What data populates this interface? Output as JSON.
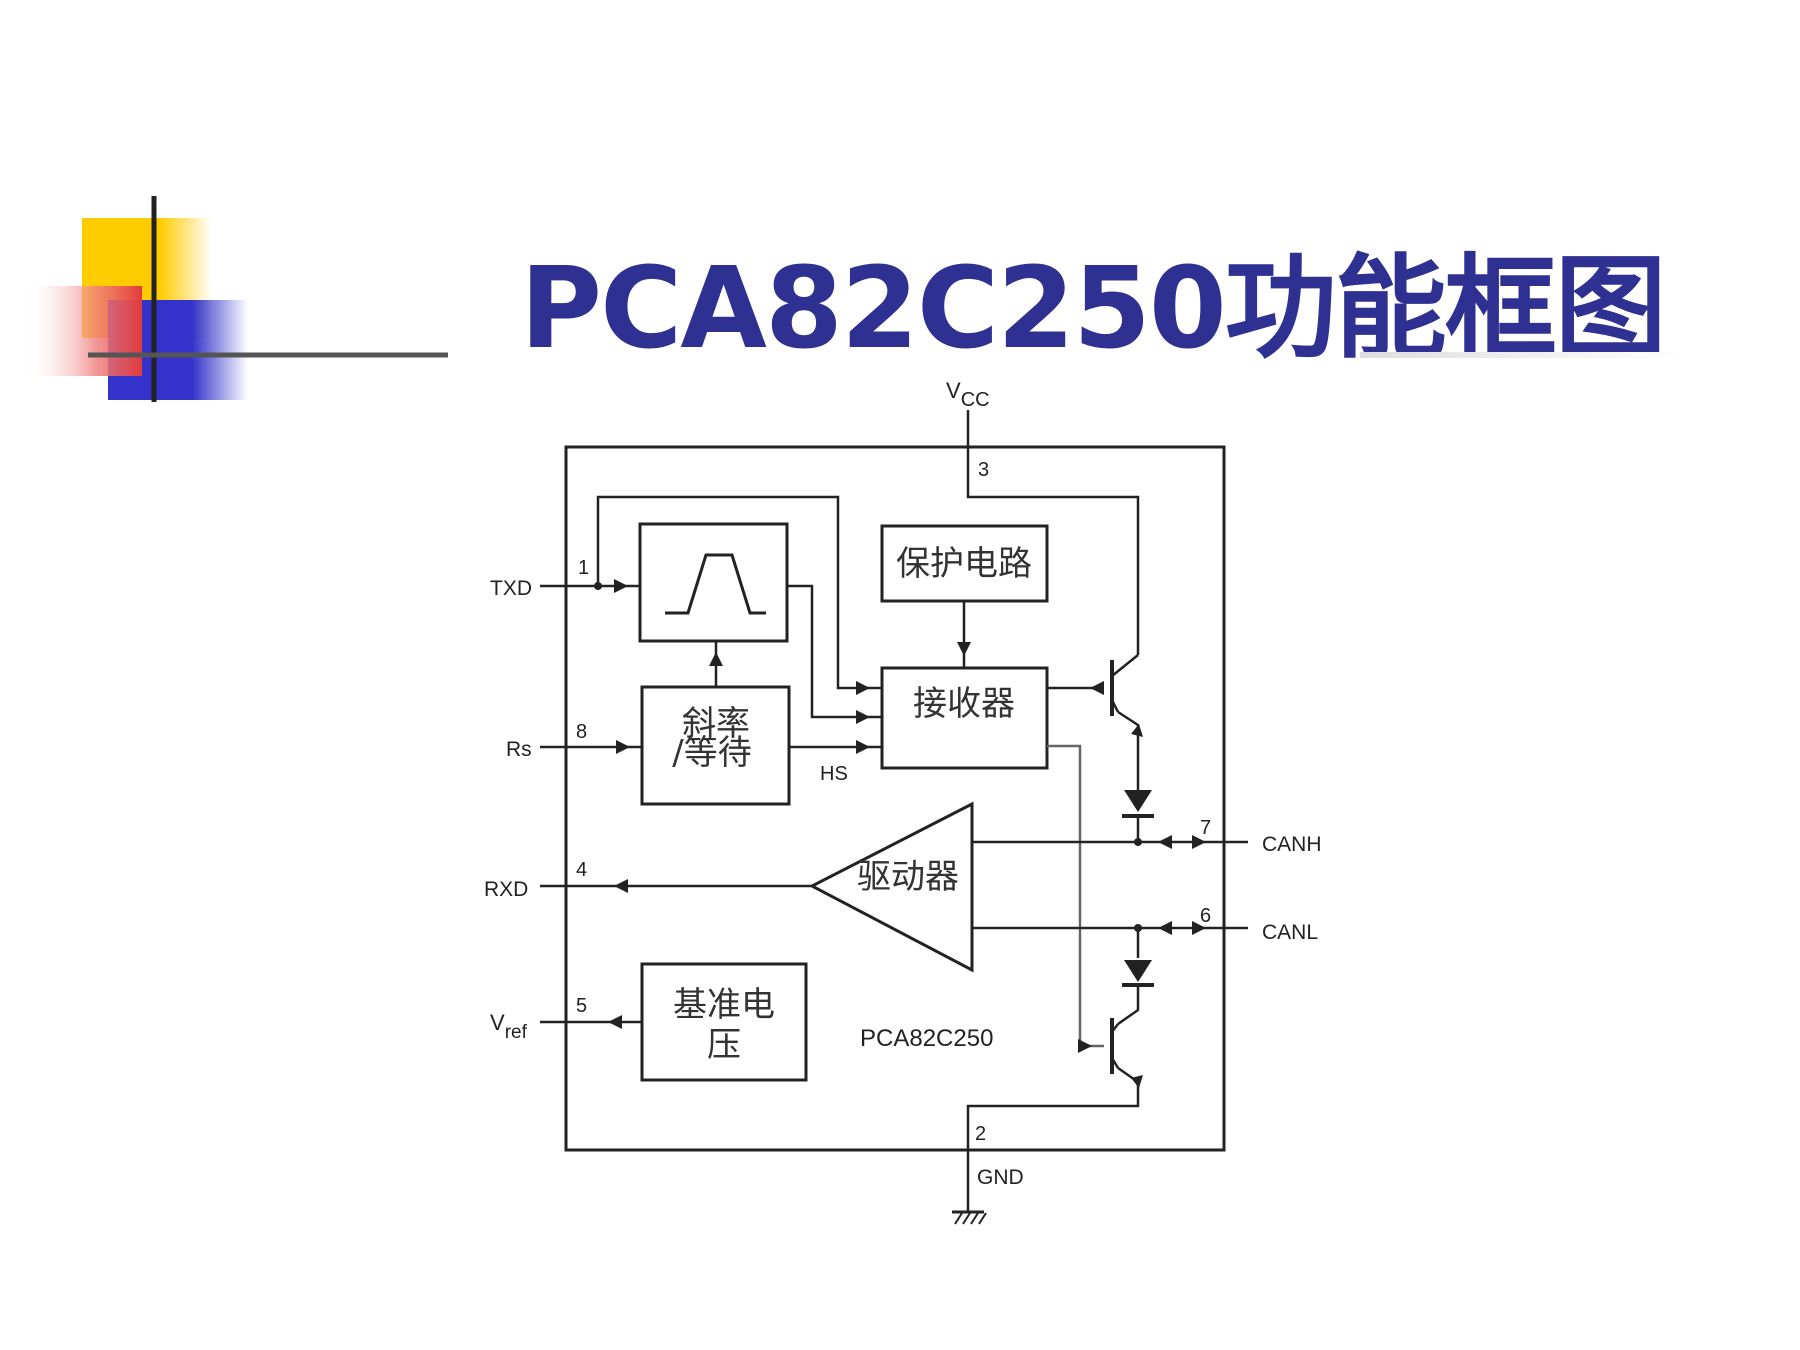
{
  "slide": {
    "title": "PCA82C250功能框图"
  },
  "diagram": {
    "chip_name": "PCA82C250",
    "supply": {
      "name_main": "V",
      "name_sub": "CC",
      "pin": "3"
    },
    "ground": {
      "name": "GND",
      "pin": "2"
    },
    "pins": {
      "txd": {
        "name": "TXD",
        "pin": "1"
      },
      "rs": {
        "name": "Rs",
        "pin": "8"
      },
      "rxd": {
        "name": "RXD",
        "pin": "4"
      },
      "vref": {
        "name_main": "V",
        "name_sub": "ref",
        "pin": "5"
      },
      "canh": {
        "name": "CANH",
        "pin": "7"
      },
      "canl": {
        "name": "CANL",
        "pin": "6"
      }
    },
    "blocks": {
      "protection": "保护电路",
      "receiver": "接收器",
      "slope_line1": "斜率",
      "slope_line2": "/等待",
      "driver": "驱动器",
      "reference_line1": "基准电",
      "reference_line2": "压",
      "hs_label": "HS"
    }
  },
  "colors": {
    "title": "#2e3192",
    "deco_yellow": "#ffcc00",
    "deco_blue": "#3333cc",
    "deco_red": "#e23b3b",
    "line": "#222222"
  }
}
